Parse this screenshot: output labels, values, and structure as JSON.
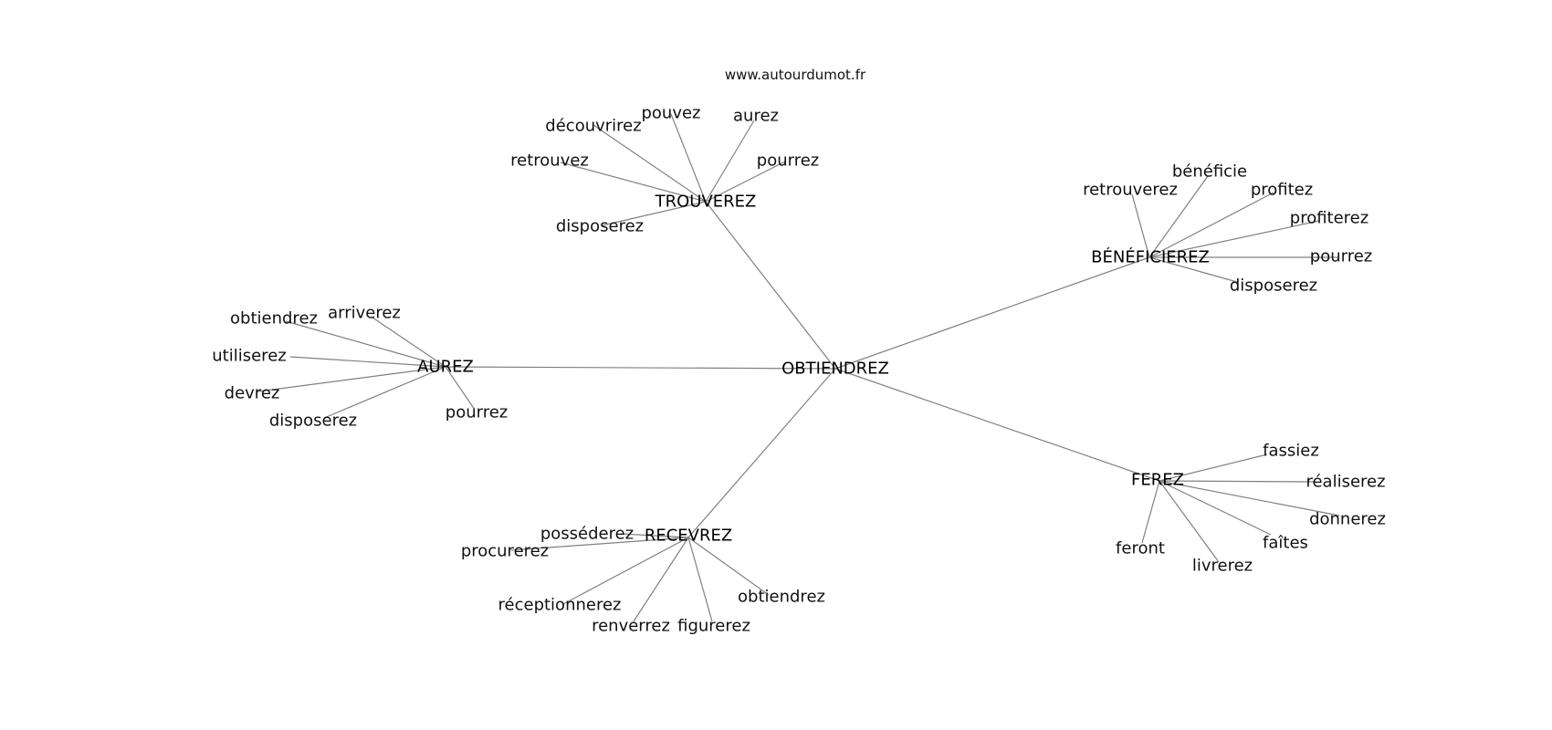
{
  "site": "www.autourdumot.fr",
  "center": "OBTIENDREZ",
  "groups": [
    {
      "hub": "TROUVEREZ",
      "leaves": [
        "pouvez",
        "aurez",
        "découvrirez",
        "retrouvez",
        "pourrez",
        "disposerez"
      ]
    },
    {
      "hub": "BÉNÉFICIEREZ",
      "leaves": [
        "bénéficie",
        "retrouverez",
        "profitez",
        "profiterez",
        "pourrez",
        "disposerez"
      ]
    },
    {
      "hub": "AUREZ",
      "leaves": [
        "arriverez",
        "obtiendrez",
        "utiliserez",
        "devrez",
        "disposerez",
        "pourrez"
      ]
    },
    {
      "hub": "FEREZ",
      "leaves": [
        "fassiez",
        "réaliserez",
        "donnerez",
        "faîtes",
        "feront",
        "livrerez"
      ]
    },
    {
      "hub": "RECEVREZ",
      "leaves": [
        "posséderez",
        "procurerez",
        "réceptionnerez",
        "renverrez",
        "figurerez",
        "obtiendrez"
      ]
    }
  ]
}
